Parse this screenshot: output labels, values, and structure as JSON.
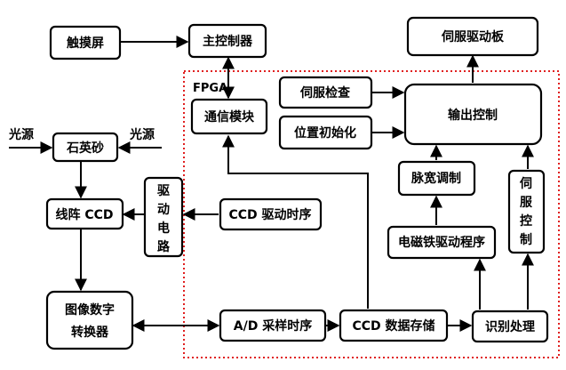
{
  "nodes": {
    "touchscreen": "触摸屏",
    "main_controller": "主控制器",
    "servo_driver_board": "伺服驱动板",
    "fpga": "FPGA",
    "comm_module": "通信模块",
    "servo_check": "伺服检查",
    "position_init": "位置初始化",
    "output_control": "输出控制",
    "light_left": "光源",
    "light_right": "光源",
    "quartz_sand": "石英砂",
    "drive_circuit": [
      "驱",
      "动",
      "电",
      "路"
    ],
    "linear_ccd": "线阵 CCD",
    "ccd_drive_timing": "CCD 驱动时序",
    "pulse_width_modulation": "脉宽调制",
    "servo_control": [
      "伺",
      "服",
      "控",
      "制"
    ],
    "em_driver_program": "电磁铁驱动程序",
    "image_converter": [
      "图像数字",
      "转换器"
    ],
    "ad_sampling_timing": "A/D 采样时序",
    "ccd_data_storage": "CCD 数据存储",
    "recognition": "识别处理"
  }
}
